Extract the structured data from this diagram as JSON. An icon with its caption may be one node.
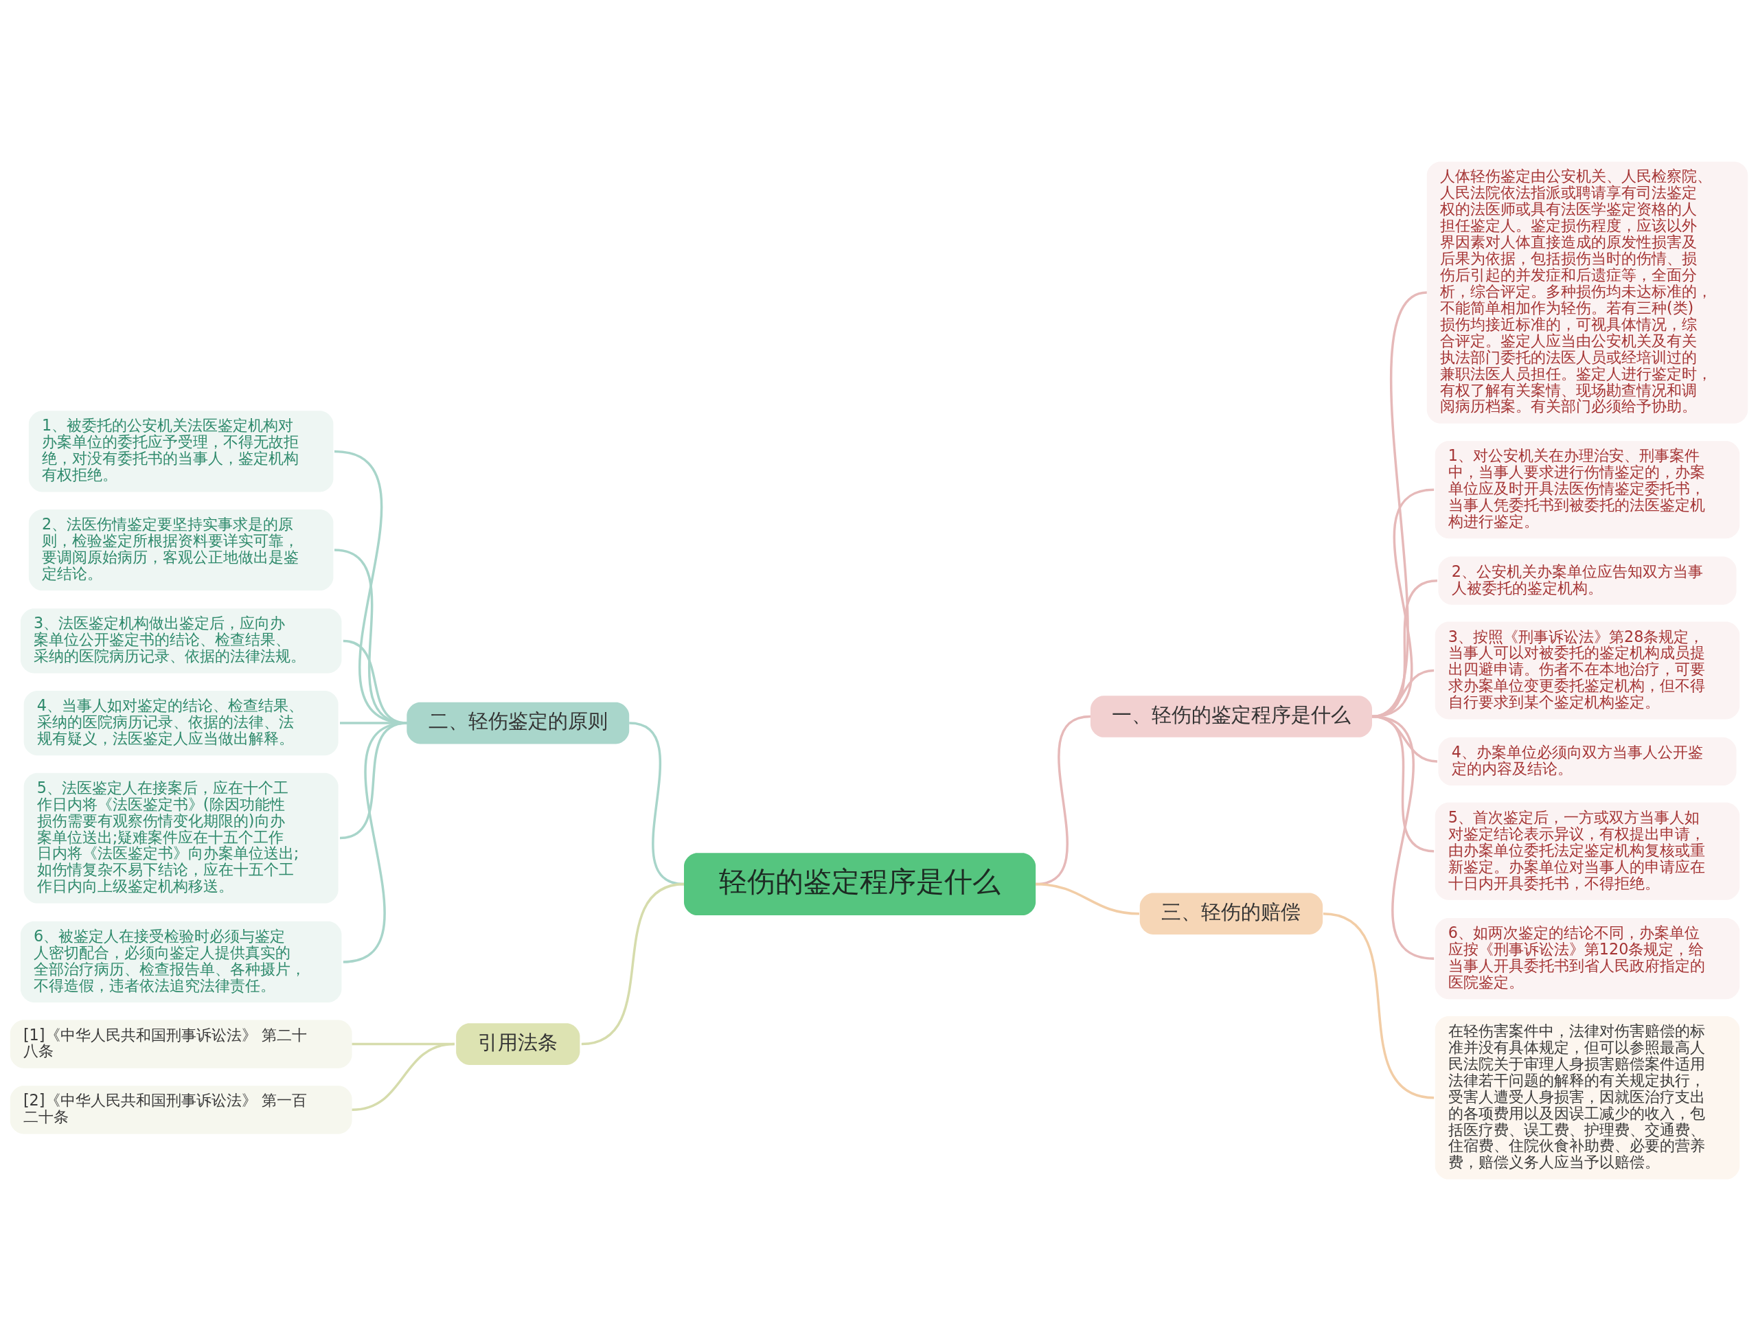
{
  "diagram": {
    "nodes": [
      {
        "text": [
          "轻伤的鉴定程序是什么"
        ]
      },
      {
        "text": [
          "一、轻伤的鉴定程序是什么"
        ]
      },
      {
        "text": [
          "人体轻伤鉴定由公安机关、人民检察院、人民法院依法指派或聘请享有司法鉴定权的法医师或具有法医学鉴定资格的人担任鉴定人。鉴定损伤程度，应该以外界因素对人体直接造成的原发性损害及后果为依据，包括损伤当时的伤情、损伤后引起的并发症和后遗症等，全面分析，综合评定。多种损伤均未达标准的，不能简单相加作为轻伤。若有三种(类)损伤均接近标准的，可视具体情况，综合评定。鉴定人应当由公安机关及有关执法部门委托的法医人员或经培训过的兼职法医人员担任。鉴定人进行鉴定时，有权了解有关案情、现场勘查情况和调阅病历档案。有关部门必须给予协助。"
        ]
      },
      {
        "text": [
          "1、对公安机关在办理治安、刑事案件中，当事人要求进行伤情鉴定的，办案单位应及时开具法医伤情鉴定委托书，当事人凭委托书到被委托的法医鉴定机构进行鉴定。"
        ]
      },
      {
        "text": [
          "2、公安机关办案单位应告知双方当事人被委托的鉴定机构。"
        ]
      },
      {
        "text": [
          "3、按照《刑事诉讼法》第28条规定，当事人可以对被委托的鉴定机构成员提出四避申请。伤者不在本地治疗，可要求办案单位变更委托鉴定机构，但不得自行要求到某个鉴定机构鉴定。"
        ]
      },
      {
        "text": [
          "4、办案单位必须向双方当事人公开鉴定的内容及结论。"
        ]
      },
      {
        "text": [
          "5、首次鉴定后，一方或双方当事人如对鉴定结论表示异议，有权提出申请，由办案单位委托法定鉴定机构复核或重新鉴定。办案单位对当事人的申请应在十日内开具委托书，不得拒绝。"
        ]
      },
      {
        "text": [
          "6、如两次鉴定的结论不同，办案单位应按《刑事诉讼法》第120条规定，给当事人开具委托书到省人民政府指定的医院鉴定。"
        ]
      },
      {
        "text": [
          "二、轻伤鉴定的原则"
        ]
      },
      {
        "text": [
          "1、被委托的公安机关法医鉴定机构对办案单位的委托应予受理，不得无故拒绝，对没有委托书的当事人，鉴定机构有权拒绝。"
        ]
      },
      {
        "text": [
          "2、法医伤情鉴定要坚持实事求是的原则，检验鉴定所根据资料要详实可靠，要调阅原始病历，客观公正地做出是鉴定结论。"
        ]
      },
      {
        "text": [
          "3、法医鉴定机构做出鉴定后，应向办案单位公开鉴定书的结论、检查结果、采纳的医院病历记录、依据的法律法规。"
        ]
      },
      {
        "text": [
          "4、当事人如对鉴定的结论、检查结果、采纳的医院病历记录、依据的法律、法规有疑义，法医鉴定人应当做出解释。"
        ]
      },
      {
        "text": [
          "5、法医鉴定人在接案后，应在十个工作日内将《法医鉴定书》(除因功能性损伤需要有观察伤情变化期限的)向办案单位送出;疑难案件应在十五个工作日内将《法医鉴定书》向办案单位送出;如伤情复杂不易下结论，应在十五个工作日内向上级鉴定机构移送。"
        ]
      },
      {
        "text": [
          "6、被鉴定人在接受检验时必须与鉴定人密切配合，必须向鉴定人提供真实的全部治疗病历、检查报告单、各种摄片，不得造假，违者依法追究法律责任。"
        ]
      },
      {
        "text": [
          "三、轻伤的赔偿"
        ]
      },
      {
        "text": [
          "在轻伤害案件中，法律对伤害赔偿的标准并没有具体规定，但可以参照最高人民法院关于审理人身损害赔偿案件适用法律若干问题的解释的有关规定执行，受害人遭受人身损害，因就医治疗支出的各项费用以及因误工减少的收入，包括医疗费、误工费、护理费、交通费、住宿费、住院伙食补助费、必要的营养费，赔偿义务人应当予以赔偿。"
        ]
      },
      {
        "text": [
          "引用法条"
        ]
      },
      {
        "text": [
          "[1]《中华人民共和国刑事诉讼法》 第二十八条"
        ]
      },
      {
        "text": [
          "[2]《中华人民共和国刑事诉讼法》 第一百二十条"
        ]
      }
    ],
    "edges": [
      {
        "from": 0,
        "to": 1,
        "arrow": "none",
        "color": "#e6b9b9"
      },
      {
        "from": 1,
        "to": 2,
        "arrow": "none",
        "color": "#e6b9b9"
      },
      {
        "from": 1,
        "to": 3,
        "arrow": "none",
        "color": "#e6b9b9"
      },
      {
        "from": 1,
        "to": 4,
        "arrow": "none",
        "color": "#e6b9b9"
      },
      {
        "from": 1,
        "to": 5,
        "arrow": "none",
        "color": "#e6b9b9"
      },
      {
        "from": 1,
        "to": 6,
        "arrow": "none",
        "color": "#e6b9b9"
      },
      {
        "from": 1,
        "to": 7,
        "arrow": "none",
        "color": "#e6b9b9"
      },
      {
        "from": 1,
        "to": 8,
        "arrow": "none",
        "color": "#e6b9b9"
      },
      {
        "from": 0,
        "to": 9,
        "arrow": "none",
        "color": "#a8d5ca"
      },
      {
        "from": 9,
        "to": 10,
        "arrow": "none",
        "color": "#a8d5ca"
      },
      {
        "from": 9,
        "to": 11,
        "arrow": "none",
        "color": "#a8d5ca"
      },
      {
        "from": 9,
        "to": 12,
        "arrow": "none",
        "color": "#a8d5ca"
      },
      {
        "from": 9,
        "to": 13,
        "arrow": "none",
        "color": "#a8d5ca"
      },
      {
        "from": 9,
        "to": 14,
        "arrow": "none",
        "color": "#a8d5ca"
      },
      {
        "from": 9,
        "to": 15,
        "arrow": "none",
        "color": "#a8d5ca"
      },
      {
        "from": 0,
        "to": 16,
        "arrow": "none",
        "color": "#f2cda6"
      },
      {
        "from": 16,
        "to": 17,
        "arrow": "none",
        "color": "#f2cda6"
      },
      {
        "from": 0,
        "to": 18,
        "arrow": "none",
        "color": "#d6dcac"
      },
      {
        "from": 18,
        "to": 19,
        "arrow": "none",
        "color": "#d6dcac"
      },
      {
        "from": 18,
        "to": 20,
        "arrow": "none",
        "color": "#d6dcac"
      }
    ]
  }
}
